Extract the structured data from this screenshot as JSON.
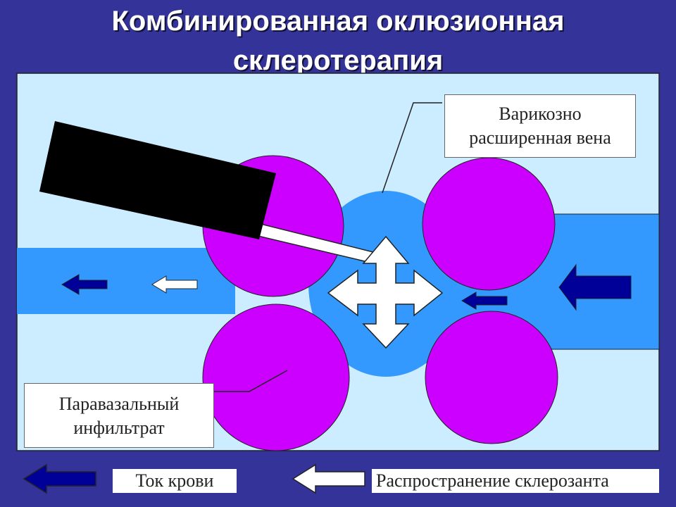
{
  "title": {
    "line1": "Комбинированная оклюзионная",
    "line2": "склеротерапия"
  },
  "labels": {
    "vein": [
      "Варикозно",
      "расширенная вена"
    ],
    "infiltrate": [
      "Паравазальный",
      "инфильтрат"
    ]
  },
  "legend": {
    "blood_flow": "Ток крови",
    "sclerosant_spread": "Распространение склерозанта"
  },
  "colors": {
    "background": "#333399",
    "panel": "#ccecff",
    "vein": "#3399ff",
    "infiltrate": "#cc00ff",
    "blood_arrow": "#000099",
    "sclerosant_arrow": "#ffffff",
    "probe": "#000000"
  },
  "icons": [
    "blood-flow-arrow-icon",
    "sclerosant-arrow-icon",
    "four-way-arrow-icon",
    "probe-icon"
  ]
}
